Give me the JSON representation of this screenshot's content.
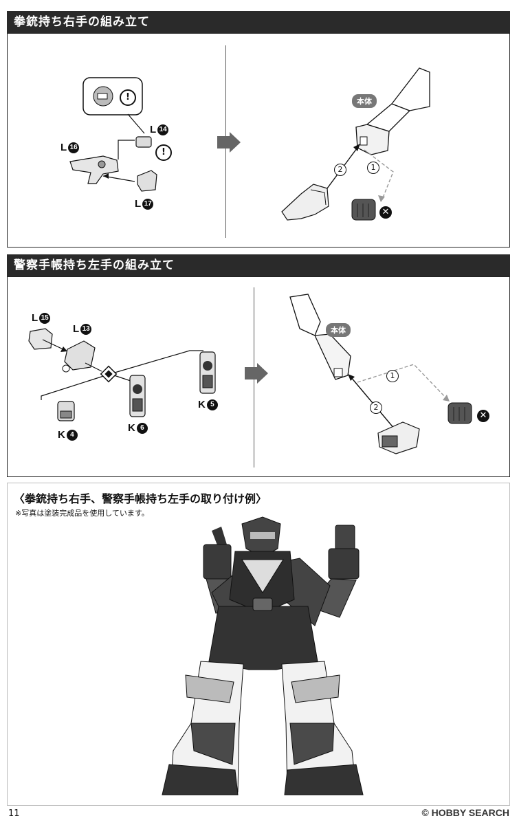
{
  "section1": {
    "title": "拳銃持ち右手の組み立て",
    "part_l16_letter": "L",
    "part_l16_num": "16",
    "part_l14_letter": "L",
    "part_l14_num": "14",
    "part_l17_letter": "L",
    "part_l17_num": "17",
    "body_tag": "本体",
    "step1": "1",
    "step2": "2",
    "x_mark": "✕",
    "warn_mark": "!"
  },
  "section2": {
    "title": "警察手帳持ち左手の組み立て",
    "part_l15_letter": "L",
    "part_l15_num": "15",
    "part_l13_letter": "L",
    "part_l13_num": "13",
    "part_k4_letter": "K",
    "part_k4_num": "4",
    "part_k6_letter": "K",
    "part_k6_num": "6",
    "part_k5_letter": "K",
    "part_k5_num": "5",
    "body_tag": "本体",
    "step1": "1",
    "step2": "2",
    "x_mark": "✕"
  },
  "example": {
    "title": "〈拳銃持ち右手、警察手帳持ち左手の取り付け例〉",
    "note": "※写真は塗装完成品を使用しています。"
  },
  "footer": {
    "page_number": "11",
    "watermark": "© HOBBY SEARCH"
  }
}
